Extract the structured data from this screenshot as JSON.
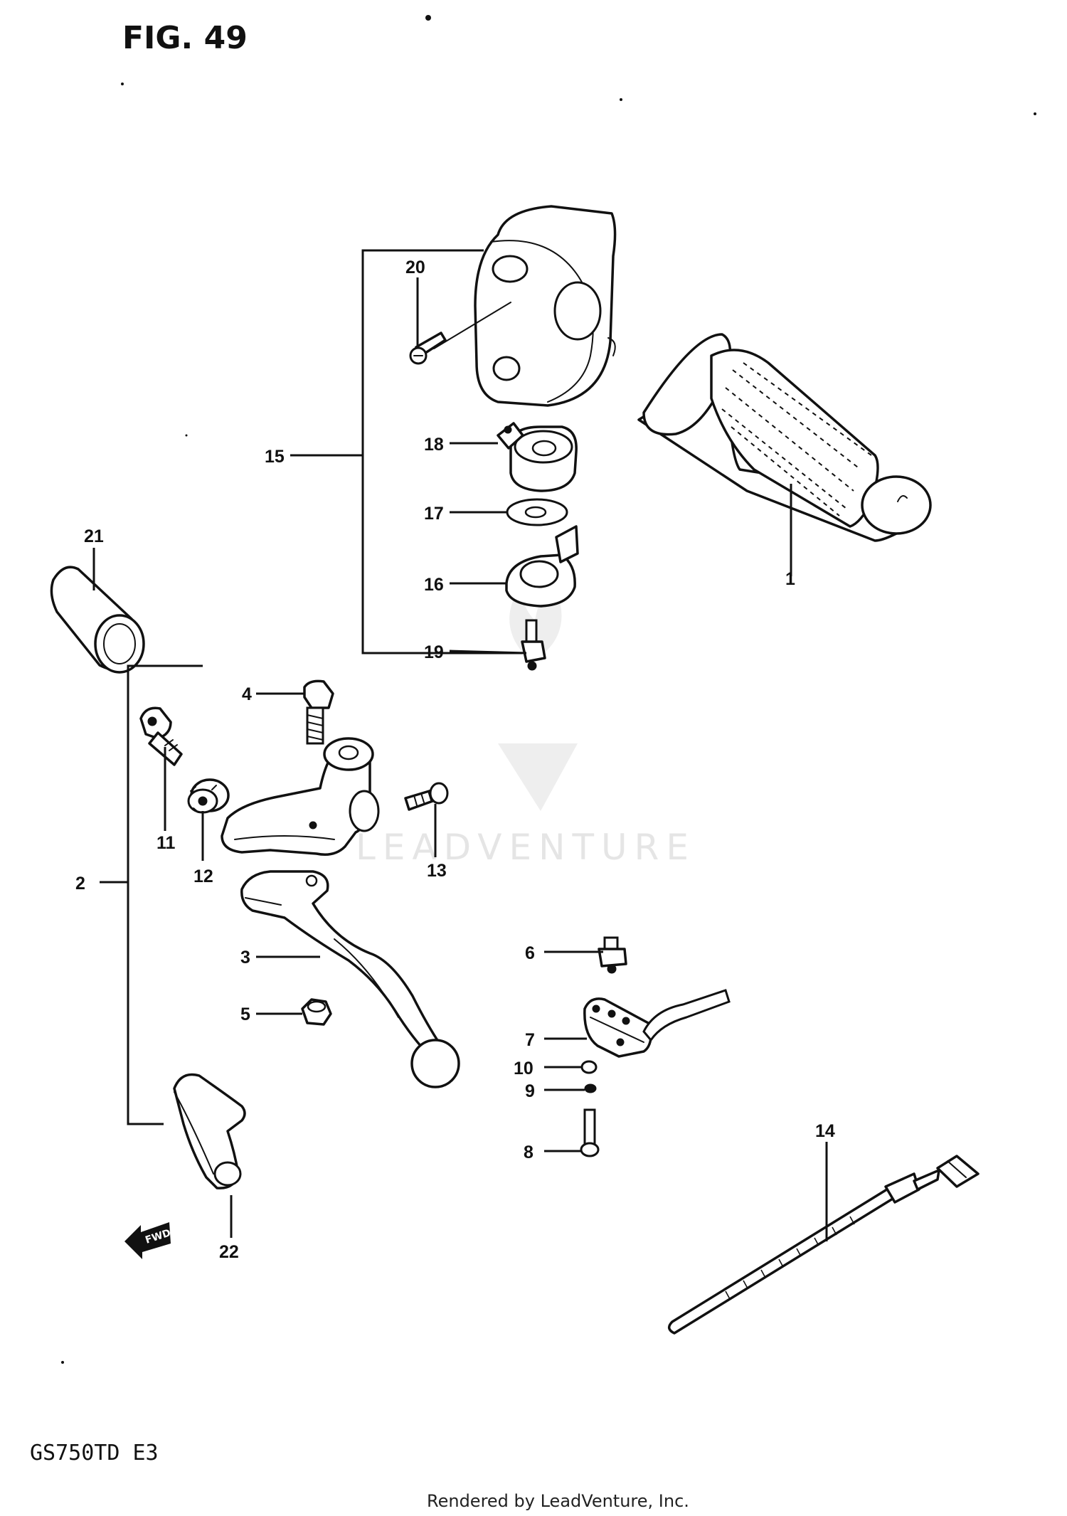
{
  "figure_label": "FIG. 49",
  "model_code": "GS750TD  E3",
  "footer_credit": "Rendered by LeadVenture, Inc.",
  "watermark_text": "LEADVENTURE",
  "fwd_label": "FWD",
  "callouts": {
    "c1": "1",
    "c2": "2",
    "c3": "3",
    "c4": "4",
    "c5": "5",
    "c6": "6",
    "c7": "7",
    "c8": "8",
    "c9": "9",
    "c10": "10",
    "c11": "11",
    "c12": "12",
    "c13": "13",
    "c14": "14",
    "c15": "15",
    "c16": "16",
    "c17": "17",
    "c18": "18",
    "c19": "19",
    "c20": "20",
    "c21": "21",
    "c22": "22"
  },
  "colors": {
    "ink": "#111111",
    "watermark": "#e3e3e3",
    "background": "#ffffff"
  }
}
